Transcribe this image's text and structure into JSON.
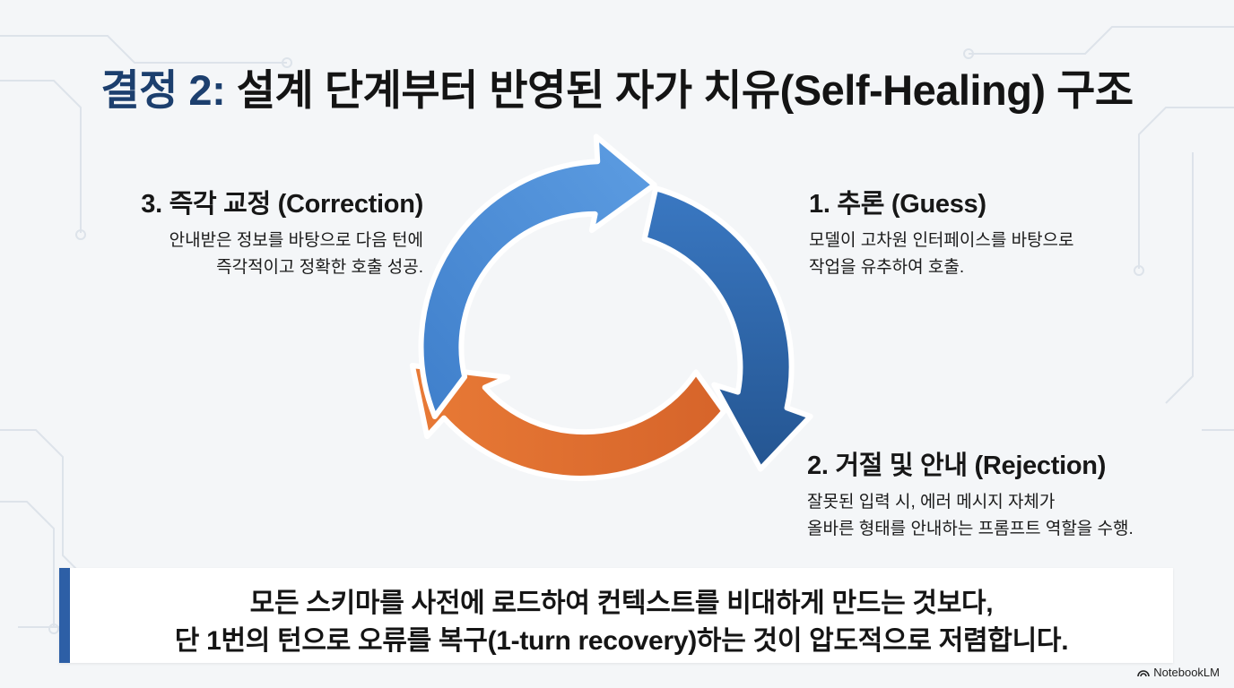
{
  "title": {
    "prefix": "결정 2:",
    "main": "설계 단계부터 반영된 자가 치유(Self-Healing) 구조"
  },
  "steps": {
    "guess": {
      "heading": "1. 추론 (Guess)",
      "desc1": "모델이 고차원 인터페이스를 바탕으로",
      "desc2": "작업을 유추하여 호출."
    },
    "rejection": {
      "heading": "2. 거절 및 안내 (Rejection)",
      "desc1": "잘못된 입력 시, 에러 메시지 자체가",
      "desc2": "올바른 형태를 안내하는 프롬프트 역할을 수행."
    },
    "correction": {
      "heading": "3. 즉각 교정 (Correction)",
      "desc1": "안내받은 정보를 바탕으로 다음 턴에",
      "desc2": "즉각적이고 정확한 호출 성공."
    }
  },
  "summary": {
    "line1": "모든 스키마를 사전에 로드하여 컨텍스트를 비대하게 만드는 것보다,",
    "line2": "단 1번의 턴으로 오류를 복구(1-turn recovery)하는 것이 압도적으로 저렴합니다."
  },
  "brand": {
    "name": "NotebookLM"
  },
  "colors": {
    "blue_light": "#4f8fd6",
    "blue_dark": "#2a5e9e",
    "orange": "#e0702d",
    "accent_bar": "#2d5fa6",
    "title_accent": "#1c3f6e"
  }
}
